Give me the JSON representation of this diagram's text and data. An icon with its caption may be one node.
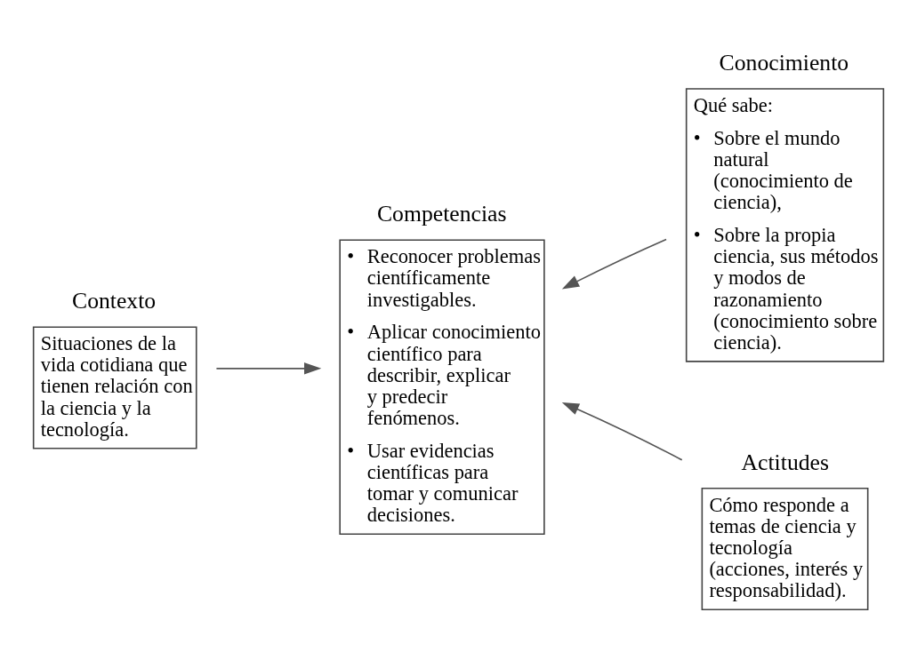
{
  "diagram": {
    "nodes": [
      {
        "text": [
          "Contexto",
          "Situaciones de la vida cotidiana que tienen relación con la ciencia y la tecnología."
        ]
      },
      {
        "text": [
          "Competencias",
          "• Reconocer problemas científicamente investigables.",
          "• Aplicar conocimiento científico para describir, explicar y predecir fenómenos.",
          "• Usar evidencias científicas para tomar y comunicar decisiones."
        ]
      },
      {
        "text": [
          "Conocimiento",
          "Qué sabe:",
          "• Sobre el mundo natural (conocimiento de ciencia),",
          "• Sobre la propia ciencia, sus métodos y modos de razonamiento (conocimiento sobre ciencia)."
        ]
      },
      {
        "text": [
          "Actitudes",
          "Cómo responde a temas de ciencia y tecnología (acciones, interés y responsabilidad)."
        ]
      }
    ],
    "edges": [
      {
        "from": 0,
        "to": 1,
        "arrow": "to"
      },
      {
        "from": 2,
        "to": 1,
        "arrow": "to"
      },
      {
        "from": 3,
        "to": 1,
        "arrow": "to"
      }
    ]
  }
}
